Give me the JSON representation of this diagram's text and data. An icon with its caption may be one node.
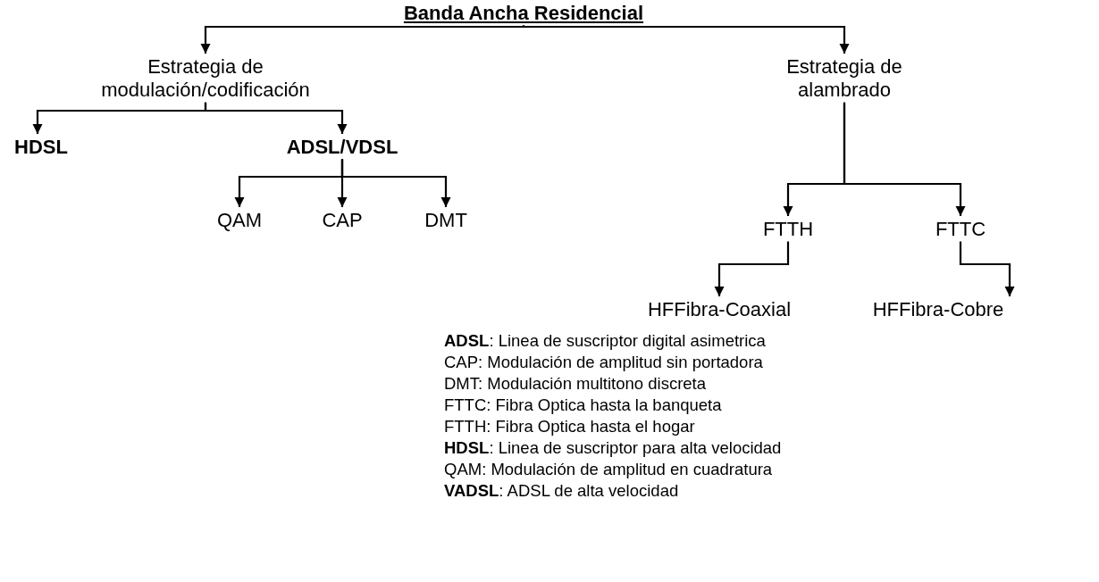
{
  "diagram": {
    "nodes": [
      {
        "text": [
          "Banda Ancha Residencial"
        ]
      },
      {
        "text": [
          "Estrategia de modulación/codificación"
        ]
      },
      {
        "text": [
          "Estrategia de alambrado"
        ]
      },
      {
        "text": [
          "HDSL"
        ]
      },
      {
        "text": [
          "ADSL/VDSL"
        ]
      },
      {
        "text": [
          "QAM"
        ]
      },
      {
        "text": [
          "CAP"
        ]
      },
      {
        "text": [
          "DMT"
        ]
      },
      {
        "text": [
          "FTTH"
        ]
      },
      {
        "text": [
          "FTTC"
        ]
      },
      {
        "text": [
          "HFFibra-Coaxial"
        ]
      },
      {
        "text": [
          "HFFibra-Cobre"
        ]
      }
    ],
    "edges": [
      {
        "from": 0,
        "to": 1,
        "arrow": "to"
      },
      {
        "from": 0,
        "to": 2,
        "arrow": "to"
      },
      {
        "from": 1,
        "to": 3,
        "arrow": "to"
      },
      {
        "from": 1,
        "to": 4,
        "arrow": "to"
      },
      {
        "from": 4,
        "to": 5,
        "arrow": "to"
      },
      {
        "from": 4,
        "to": 6,
        "arrow": "to"
      },
      {
        "from": 4,
        "to": 7,
        "arrow": "to"
      },
      {
        "from": 2,
        "to": 8,
        "arrow": "to"
      },
      {
        "from": 2,
        "to": 9,
        "arrow": "to"
      },
      {
        "from": 8,
        "to": 10,
        "arrow": "to"
      },
      {
        "from": 9,
        "to": 11,
        "arrow": "to"
      }
    ],
    "labels": [
      "**ADSL**: Linea de suscriptor digital asimetrica",
      "CAP: Modulación de amplitud sin portadora",
      "DMT: Modulación multitono discreta",
      "FTTC: Fibra Optica hasta la banqueta",
      "FTTH: Fibra Optica hasta el hogar",
      "**HDSL**: Linea de suscriptor para alta velocidad",
      "QAM: Modulación de amplitud en cuadratura",
      "**VADSL**: ADSL de alta velocidad"
    ]
  }
}
